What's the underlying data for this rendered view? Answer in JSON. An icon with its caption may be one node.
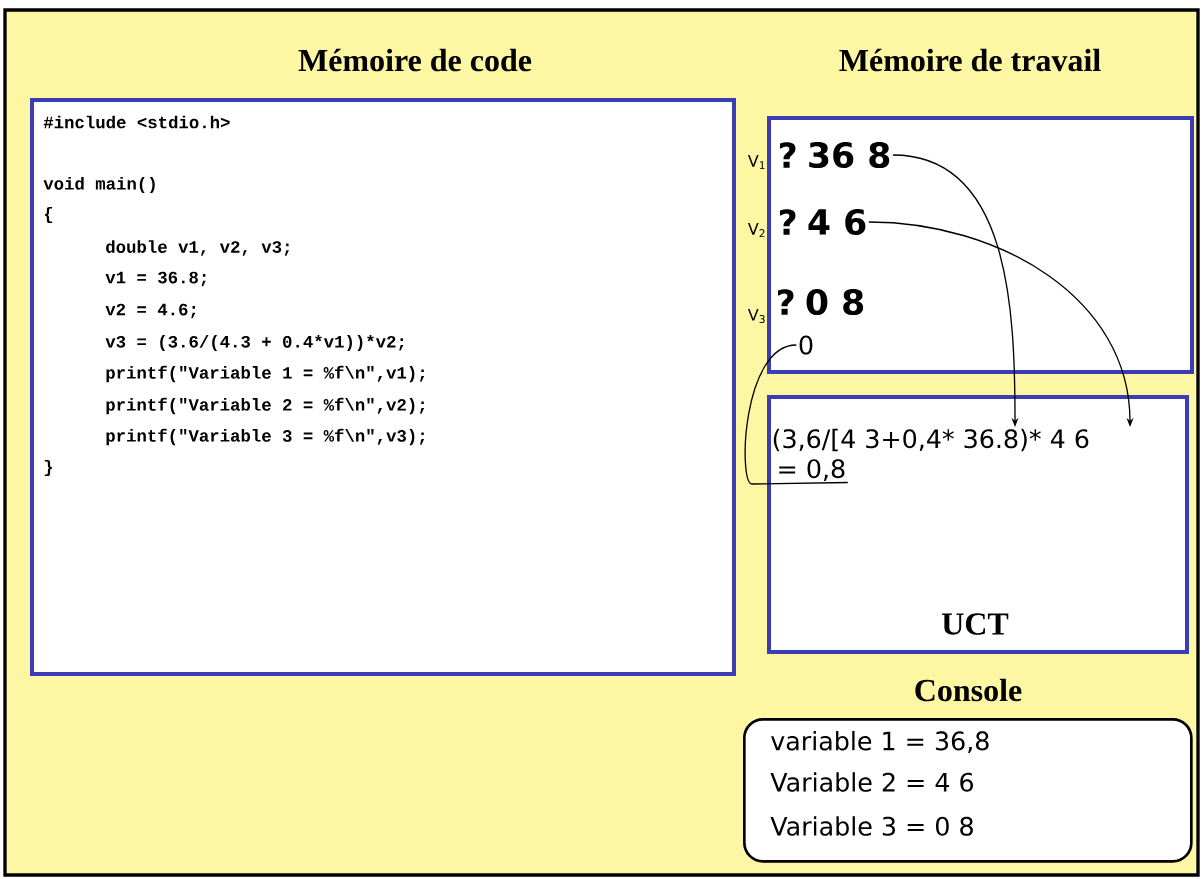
{
  "diagram": {
    "nodes": [
      {
        "text": [
          "Mémoire de code",
          "#include <stdio.h>",
          "void main()",
          "{",
          "double v1, v2, v3;",
          "v1 = 36.8;",
          "v2 = 4.6;",
          "v3 = (3.6/(4.3 + 0.4*v1))*v2;",
          "printf(\"Variable 1 = %f\\n\",v1);",
          "printf(\"Variable 2 = %f\\n\",v2);",
          "printf(\"Variable 3 = %f\\n\",v3);",
          "}"
        ]
      },
      {
        "text": [
          "Mémoire de travail"
        ]
      },
      {
        "text": [
          "?",
          "36 8"
        ],
        "in": 1,
        "beside": [
          "V$_{1}$"
        ]
      },
      {
        "text": [
          "?",
          "4 6"
        ],
        "in": 1,
        "beside": [
          "V$_{2}$"
        ]
      },
      {
        "text": [
          "?",
          "0 8"
        ],
        "in": 1,
        "beside": [
          "V$_{3}$"
        ]
      },
      {
        "text": [
          "0"
        ],
        "in": 1
      },
      {
        "text": [
          "UCT"
        ]
      },
      {
        "text": [
          "(3,6/[4 3+0,4* 36.8)* 4 6"
        ],
        "in": 6
      },
      {
        "text": [
          "= 0,8"
        ],
        "in": 6
      },
      {
        "text": [
          "Console",
          "variable 1 = 36,8",
          "Variable 2 = 4 6",
          "Variable 3 = 0 8"
        ]
      }
    ],
    "edges": [
      {
        "from": 2,
        "to": 7,
        "arrow": "to"
      },
      {
        "from": 3,
        "to": 7,
        "arrow": "to"
      },
      {
        "from": 8,
        "to": 5,
        "arrow": "none"
      }
    ]
  }
}
